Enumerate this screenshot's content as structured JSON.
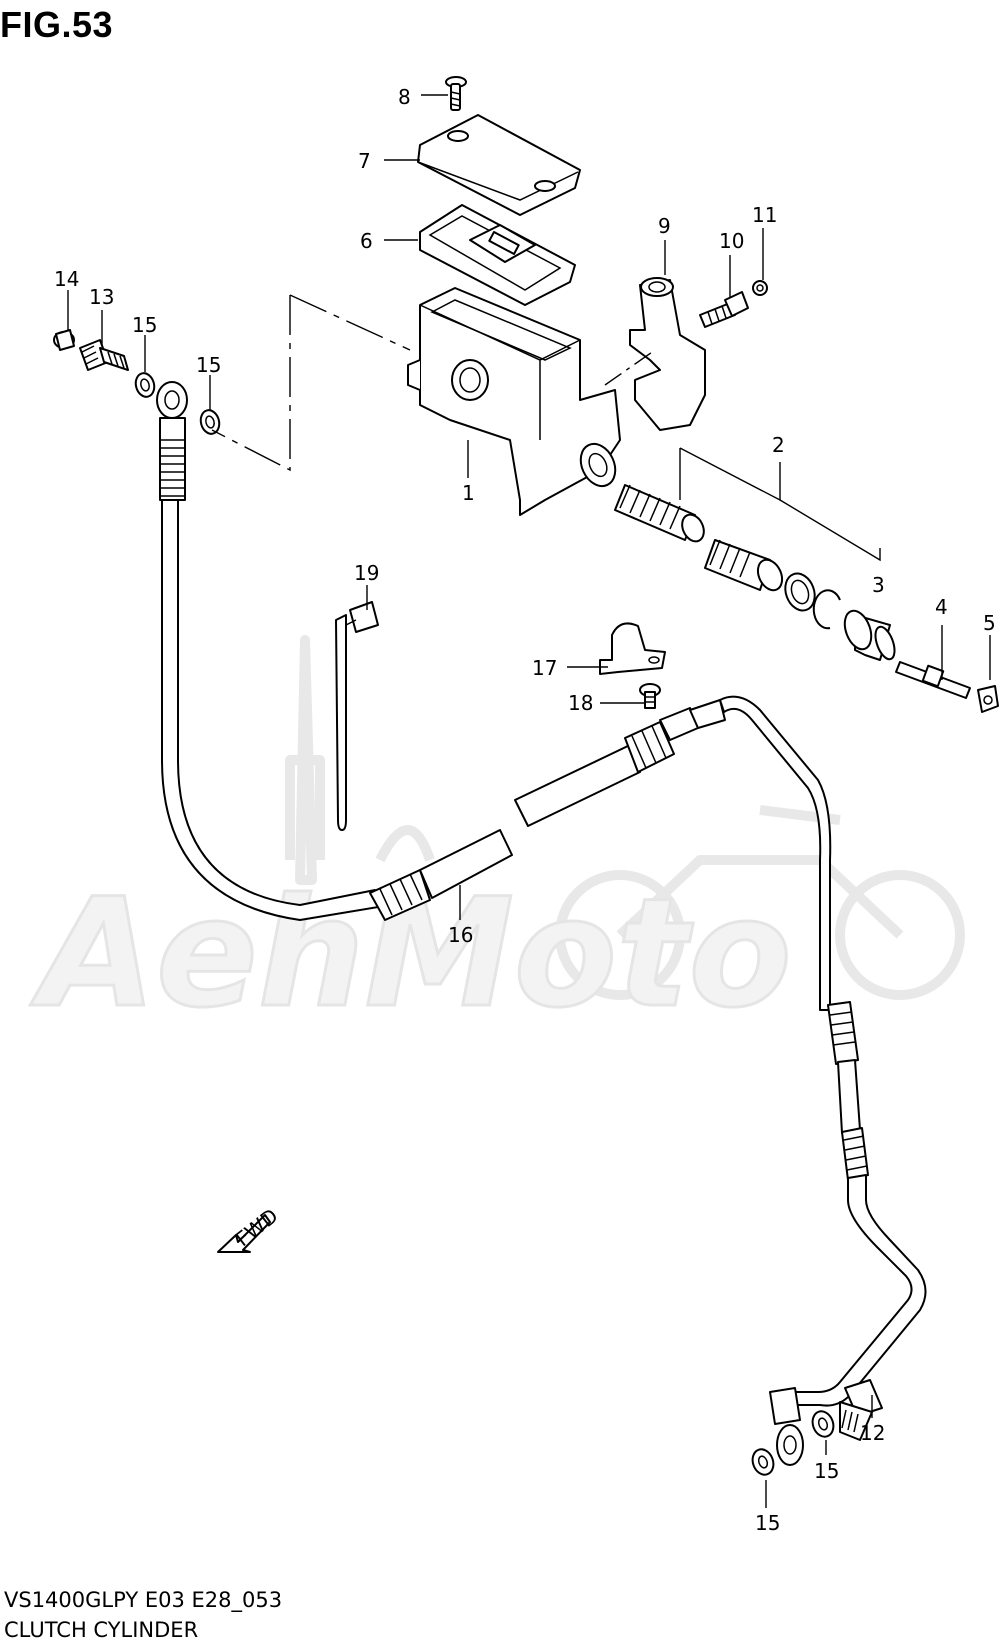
{
  "figure": {
    "title": "FIG.53",
    "model_code": "VS1400GLPY E03 E28_053",
    "section_name": "CLUTCH CYLINDER",
    "direction_tag": "FWD"
  },
  "watermark": {
    "text": "AehMoto"
  },
  "callouts": [
    {
      "id": "c1",
      "label": "1"
    },
    {
      "id": "c2",
      "label": "2"
    },
    {
      "id": "c3",
      "label": "3"
    },
    {
      "id": "c4",
      "label": "4"
    },
    {
      "id": "c5",
      "label": "5"
    },
    {
      "id": "c6",
      "label": "6"
    },
    {
      "id": "c7",
      "label": "7"
    },
    {
      "id": "c8",
      "label": "8"
    },
    {
      "id": "c9",
      "label": "9"
    },
    {
      "id": "c10",
      "label": "10"
    },
    {
      "id": "c11",
      "label": "11"
    },
    {
      "id": "c12",
      "label": "12"
    },
    {
      "id": "c13",
      "label": "13"
    },
    {
      "id": "c14",
      "label": "14"
    },
    {
      "id": "c15a",
      "label": "15"
    },
    {
      "id": "c15b",
      "label": "15"
    },
    {
      "id": "c15c",
      "label": "15"
    },
    {
      "id": "c15d",
      "label": "15"
    },
    {
      "id": "c16",
      "label": "16"
    },
    {
      "id": "c17",
      "label": "17"
    },
    {
      "id": "c18",
      "label": "18"
    },
    {
      "id": "c19",
      "label": "19"
    }
  ]
}
